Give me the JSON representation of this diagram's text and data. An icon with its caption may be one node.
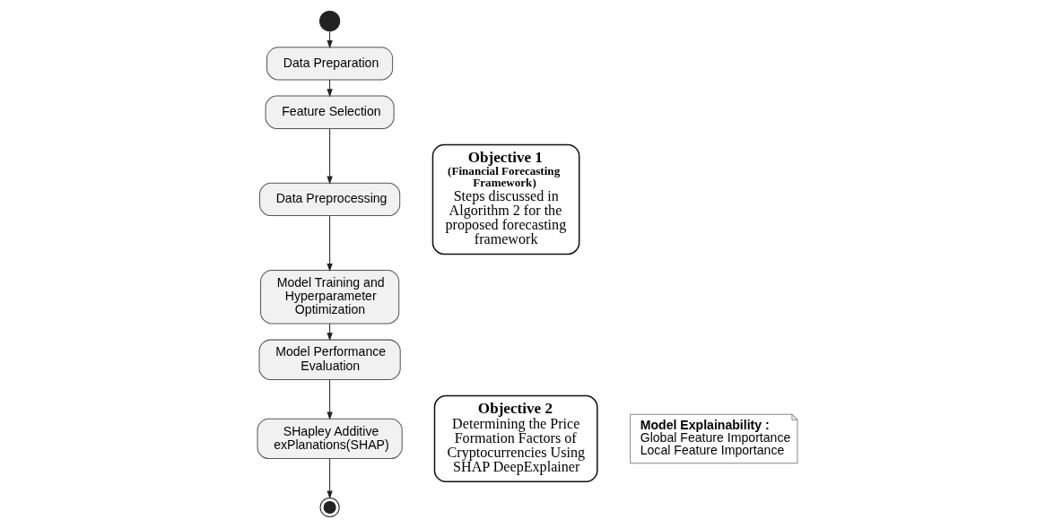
{
  "diagram": {
    "nodes": [
      {
        "text": [],
        "shape": "circle"
      },
      {
        "text": [
          "Data Preparation"
        ]
      },
      {
        "text": [
          "Feature Selection"
        ]
      },
      {
        "text": [
          "Data Preprocessing"
        ]
      },
      {
        "text": [
          "Model Training and Hyperparameter Optimization"
        ]
      },
      {
        "text": [
          "Model Performance Evaluation"
        ]
      },
      {
        "text": [
          "SHapley Additive exPlanations(SHAP)"
        ]
      },
      {
        "text": [],
        "shape": "circle"
      },
      {
        "text": [
          "Objective 1",
          "(Financial Forecasting Framework)",
          "Steps discussed in Algorithm 2 for the proposed forecasting framework"
        ]
      },
      {
        "text": [
          "Objective 2",
          "Determining the Price Formation Factors of Cryptocurrencies Using SHAP DeepExplainer"
        ]
      },
      {
        "text": [
          "Model Explainability :",
          "Global Feature Importance",
          "Local Feature Importance"
        ]
      }
    ],
    "edges": [
      {
        "from": 0,
        "to": 1,
        "arrow": "to"
      },
      {
        "from": 1,
        "to": 2,
        "arrow": "to"
      },
      {
        "from": 2,
        "to": 3,
        "arrow": "to"
      },
      {
        "from": 3,
        "to": 4,
        "arrow": "to"
      },
      {
        "from": 4,
        "to": 5,
        "arrow": "to"
      },
      {
        "from": 5,
        "to": 6,
        "arrow": "to"
      },
      {
        "from": 6,
        "to": 7,
        "arrow": "to"
      }
    ]
  }
}
